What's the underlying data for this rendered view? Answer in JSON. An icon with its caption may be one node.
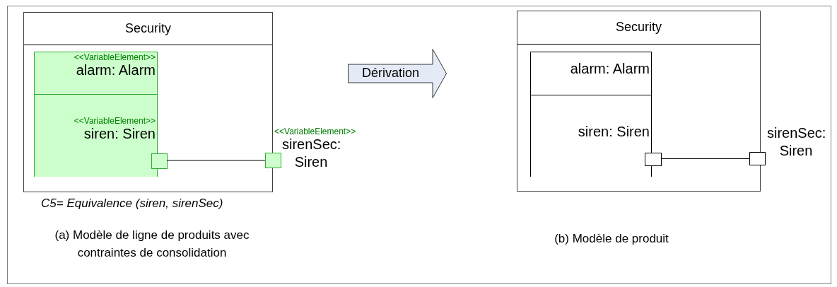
{
  "diagram": {
    "nodes": [
      {
        "text": [
          "Security"
        ]
      },
      {
        "text": [
          "<<VariableElement>>",
          "alarm: Alarm"
        ],
        "in": 0
      },
      {
        "text": [
          "<<VariableElement>>",
          "siren: Siren"
        ],
        "in": 1
      },
      {
        "text": [],
        "shape": "box",
        "in": 0
      },
      {
        "text": [],
        "shape": "box",
        "beside": [
          "<<VariableElement>>",
          "sirenSec: Siren"
        ]
      },
      {
        "text": [
          "Dérivation"
        ]
      },
      {
        "text": [
          "Security"
        ]
      },
      {
        "text": [
          "alarm: Alarm"
        ],
        "in": 6
      },
      {
        "text": [
          "siren: Siren"
        ],
        "in": 7
      },
      {
        "text": [],
        "shape": "box",
        "in": 6
      },
      {
        "text": [],
        "shape": "box",
        "beside": [
          "sirenSec: Siren"
        ]
      }
    ],
    "edges": [
      {
        "from": 3,
        "to": 4,
        "arrow": "none"
      },
      {
        "from": 9,
        "to": 10,
        "arrow": "none"
      }
    ],
    "labels": [
      "C5= Equivalence (siren, sirenSec)",
      "(a) Modèle de ligne de produits avec contraintes de consolidation",
      "(b) Modèle de produit"
    ]
  }
}
